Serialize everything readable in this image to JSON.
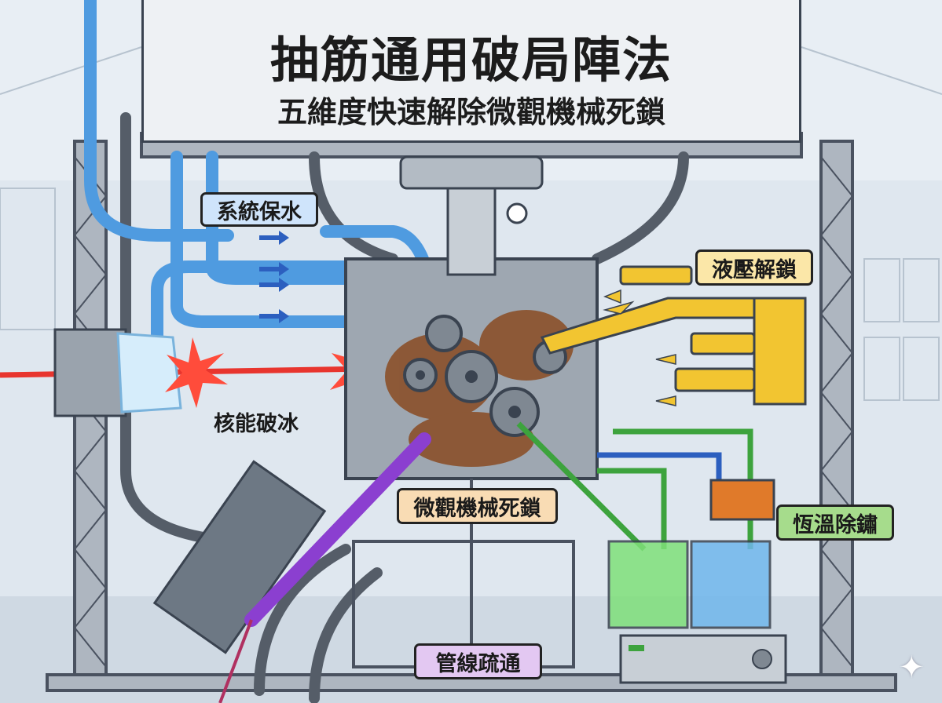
{
  "header": {
    "title": "抽筋通用破局陣法",
    "subtitle": "五維度快速解除微觀機械死鎖"
  },
  "labels": {
    "hydration": "系統保水",
    "hydraulic": "液壓解鎖",
    "nuclear": "核能破冰",
    "core": "微觀機械死鎖",
    "thermal": "恆溫除鏽",
    "pipeline": "管線疏通"
  },
  "colors": {
    "water": "#4f9be0",
    "hydraulic": "#f2c531",
    "laser": "#e8352e",
    "rust": "#8a4b22",
    "thermal_label": "#a6dc8c",
    "pipeline_label": "#e3c8f2",
    "core_label": "#f9dcb4",
    "hydration_label": "#cfe4fb",
    "hydraulic_label": "#fbe7a8"
  }
}
